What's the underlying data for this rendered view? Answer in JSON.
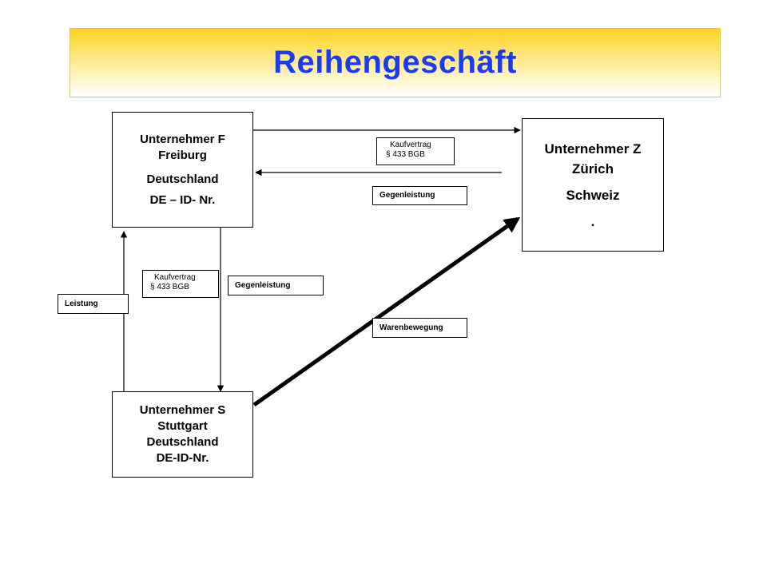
{
  "title": "Reihengeschäft",
  "boxes": {
    "f": {
      "lines": [
        "Unternehmer F",
        "Freiburg",
        "Deutschland",
        "DE – ID- Nr."
      ]
    },
    "z": {
      "lines": [
        "Unternehmer Z",
        "Zürich",
        "Schweiz",
        "."
      ]
    },
    "s": {
      "lines": [
        "Unternehmer S",
        "Stuttgart",
        "Deutschland",
        "DE-ID-Nr."
      ]
    }
  },
  "labels": {
    "kaufvertrag_fz": {
      "line1": "Kaufvertrag",
      "line2": "§ 433 BGB"
    },
    "gegenleistung_fz": "Gegenleistung",
    "kaufvertrag_fs": {
      "line1": "Kaufvertrag",
      "line2": "§ 433 BGB"
    },
    "gegenleistung_fs": "Gegenleistung",
    "leistung": "Leistung",
    "warenbewegung": "Warenbewegung"
  },
  "colors": {
    "title_text": "#1a3cf0",
    "title_bg_top": "#ffd21c",
    "line": "#000000"
  }
}
